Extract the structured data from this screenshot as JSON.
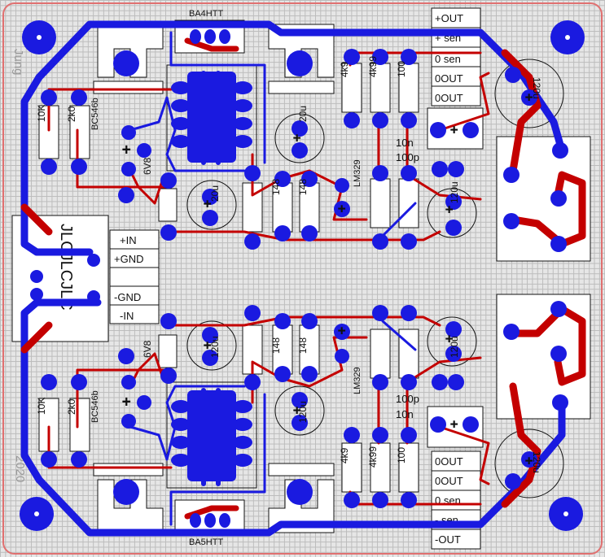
{
  "board": {
    "outline_color": "#e07070",
    "top_trace_color": "#c40000",
    "bottom_trace_color": "#1a1ae0",
    "pad_color": "#1a1ae0",
    "ghost_text_top": "Jung",
    "ghost_text_bottom": "2020"
  },
  "connectors": {
    "output_top": [
      "+OUT",
      "+ sen",
      "0 sen",
      "0OUT",
      "0OUT"
    ],
    "output_bottom": [
      "0OUT",
      "0OUT",
      "0 sen",
      "- sen",
      "-OUT"
    ],
    "input": [
      "+IN",
      "+GND",
      "-GND",
      "-IN"
    ],
    "jlc_label": "JLCJLCJLC"
  },
  "upper_channel": {
    "ic_label": "BA4HTT",
    "transistor": "BC546b",
    "zener": "6V8",
    "res_10k": "10K",
    "res_2k": "2k0",
    "res_4k9": "4k9",
    "res_4k99": "4k99",
    "res_100": "100",
    "cap_20u_a": "20u",
    "cap_20u_b": "20u",
    "cap_120u_out": "120u",
    "cap_120u_reg": "120u",
    "diode_a": "148",
    "diode_b": "148",
    "reg_ic": "LM329",
    "cap_10n": "10n",
    "cap_100p": "100p"
  },
  "lower_channel": {
    "ic_label": "BA5HTT",
    "transistor": "BC546b",
    "zener": "6V8",
    "res_10k": "10K",
    "res_2k": "2k0",
    "res_4k9": "4k9",
    "res_4k99": "4k99",
    "res_100": "100",
    "cap_20u_a": "120u",
    "cap_20u_b": "120u",
    "cap_120u_out": "120u",
    "cap_120u_reg": "120u",
    "diode_a": "148",
    "diode_b": "148",
    "reg_ic": "LM329",
    "cap_10n": "10n",
    "cap_100p": "100p"
  }
}
